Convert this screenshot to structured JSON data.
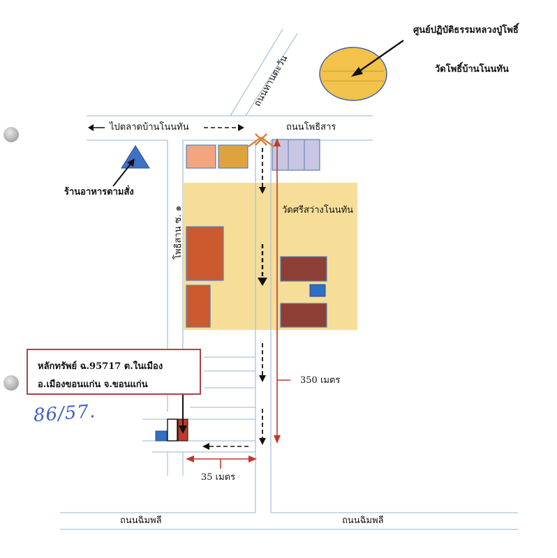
{
  "labels": {
    "center_name": "ศูนย์ปฏิบัติธรรมหลวงปู่โพธิ์",
    "temple_pho": "วัดโพธิ์บ้านโนนทัน",
    "road_thanthawan": "ถนนทานตะวัน",
    "to_market": "ไปตลาดบ้านโนนทัน",
    "road_phosisan": "ถนนโพธิสาร",
    "restaurant": "ร้านอาหารตามสั่ง",
    "soi_phosisan": "โพธิสาน ซ. ๑",
    "temple_sisawang": "วัดศรีสว่างโนนทัน",
    "distance_350": "350 เมตร",
    "distance_35": "35 เมตร",
    "road_chimphli_left": "ถนนฉิมพลี",
    "road_chimphli_right": "ถนนฉิมพลี"
  },
  "callout": {
    "line1": "หลักทรัพย์ ฉ.95717  ต.ในเมือง",
    "line2": "อ.เมืองขอนแก่น  จ.ขอนแก่น"
  },
  "handwritten": "86/57.",
  "colors": {
    "road": "#a9c4dd",
    "temple_area": "#f6dc94",
    "circle": "#f2c24a",
    "triangle": "#3d72c5",
    "building_dark": "#8e3f35",
    "building_orange": "#cc5a2f",
    "distance_line": "#c0392b",
    "callout_border": "#b0424a"
  }
}
